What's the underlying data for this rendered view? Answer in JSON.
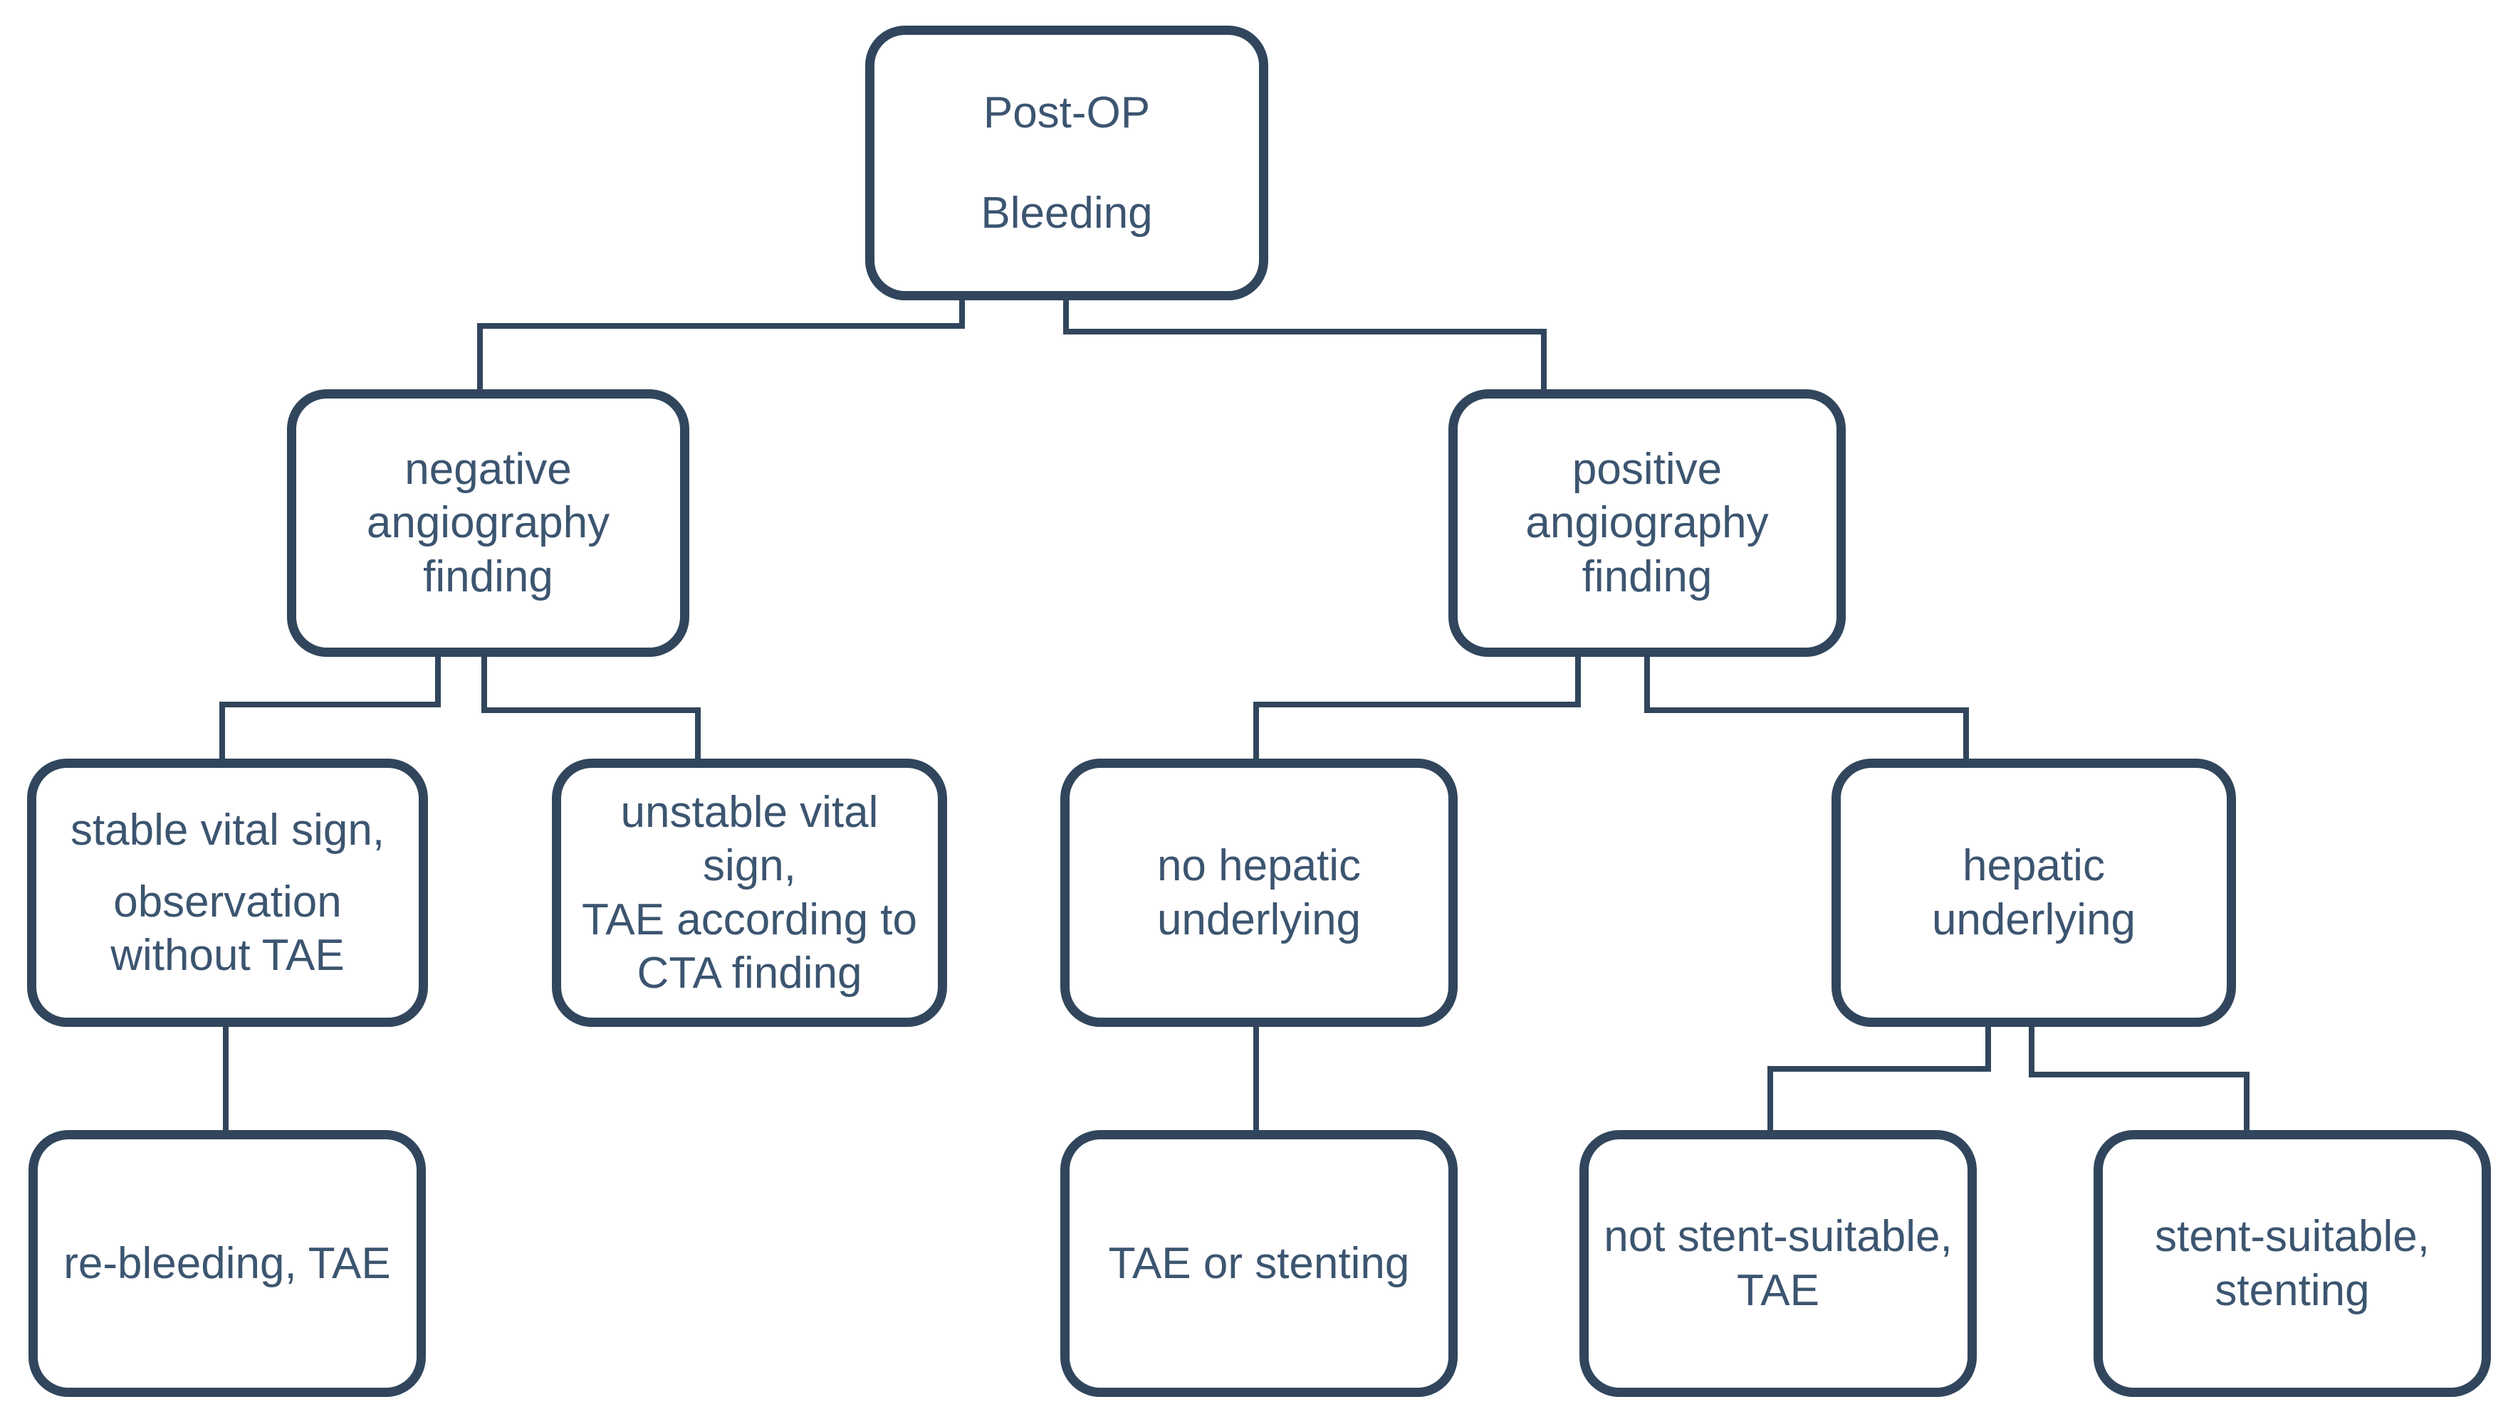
{
  "palette": {
    "background": "#ffffff",
    "line": "#31465C",
    "text": "#3C5570"
  },
  "nodes": {
    "post_op_bleeding": {
      "line1": "Post-OP",
      "line2": "Bleeding"
    },
    "negative_angiography": {
      "text": "negative\nangiography\nfinding"
    },
    "positive_angiography": {
      "text": "positive\nangiography\nfinding"
    },
    "stable_vital_sign": {
      "line1": "stable vital sign,",
      "line2": "observation\nwithout TAE"
    },
    "unstable_vital_sign": {
      "text": "unstable vital sign,\nTAE according to\nCTA finding"
    },
    "no_hepatic_underlying": {
      "text": "no hepatic\nunderlying"
    },
    "hepatic_underlying": {
      "text": "hepatic\nunderlying"
    },
    "re_bleeding": {
      "text": "re-bleeding, TAE"
    },
    "tae_or_stenting": {
      "text": "TAE or stenting"
    },
    "not_stent_suitable": {
      "text": "not stent-suitable,\nTAE"
    },
    "stent_suitable": {
      "text": "stent-suitable,\nstenting"
    }
  },
  "edges": [
    {
      "from": "post_op_bleeding",
      "to": "negative_angiography"
    },
    {
      "from": "post_op_bleeding",
      "to": "positive_angiography"
    },
    {
      "from": "negative_angiography",
      "to": "stable_vital_sign"
    },
    {
      "from": "negative_angiography",
      "to": "unstable_vital_sign"
    },
    {
      "from": "positive_angiography",
      "to": "no_hepatic_underlying"
    },
    {
      "from": "positive_angiography",
      "to": "hepatic_underlying"
    },
    {
      "from": "stable_vital_sign",
      "to": "re_bleeding"
    },
    {
      "from": "no_hepatic_underlying",
      "to": "tae_or_stenting"
    },
    {
      "from": "hepatic_underlying",
      "to": "not_stent_suitable"
    },
    {
      "from": "hepatic_underlying",
      "to": "stent_suitable"
    }
  ]
}
